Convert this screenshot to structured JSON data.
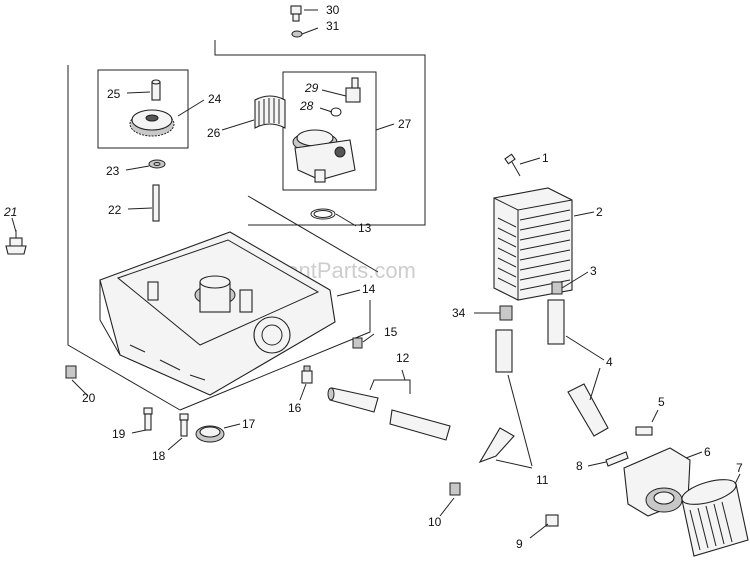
{
  "watermark": "eReplacementParts.com",
  "callouts": {
    "c1": "1",
    "c2": "2",
    "c3": "3",
    "c4": "4",
    "c5": "5",
    "c6": "6",
    "c7": "7",
    "c8": "8",
    "c9": "9",
    "c10": "10",
    "c11": "11",
    "c12": "12",
    "c13": "13",
    "c14": "14",
    "c15": "15",
    "c16": "16",
    "c17": "17",
    "c18": "18",
    "c19": "19",
    "c20": "20",
    "c21": "21",
    "c22": "22",
    "c23": "23",
    "c24": "24",
    "c25": "25",
    "c26": "26",
    "c27": "27",
    "c28": "28",
    "c29": "29",
    "c30": "30",
    "c31": "31",
    "c34": "34"
  }
}
